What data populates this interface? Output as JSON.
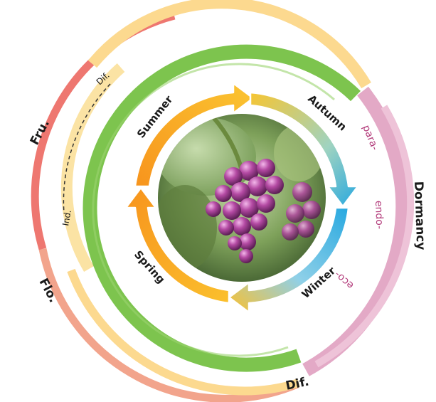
{
  "seasons": {
    "summer": "Summer",
    "autumn": "Autumn",
    "winter": "Winter",
    "spring": "Spring"
  },
  "phases": {
    "fruiting": "Fru.",
    "flowering": "Flo.",
    "dormancy": "Dormancy",
    "differentiation_outer": "Dif.",
    "differentiation_inner": "Dif.",
    "induction": "Ind."
  },
  "dormancy_stages": {
    "para": "para-",
    "endo": "endo-",
    "eco": "eco-"
  },
  "colors": {
    "fruiting_red": "#ee7770",
    "flowering_yellow": "#fcd98f",
    "growth_green": "#7dc44e",
    "dormancy_pink": "#e3a9c6",
    "arrow_orange": "#f9a21f",
    "arrow_blue": "#27a8e0",
    "dormancy_text": "#b23a7a"
  },
  "center_image": "grape-cluster"
}
